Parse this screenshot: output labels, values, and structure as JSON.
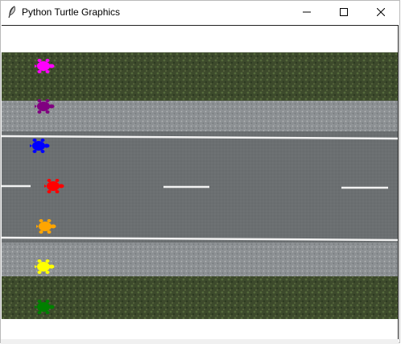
{
  "window": {
    "title": "Python Turtle Graphics",
    "app_icon": "feather-icon",
    "controls": [
      {
        "name": "minimize-button",
        "icon": "minimize-icon"
      },
      {
        "name": "maximize-button",
        "icon": "maximize-icon"
      },
      {
        "name": "close-button",
        "icon": "close-icon"
      }
    ]
  },
  "canvas": {
    "background": "road-aerial-view",
    "colors": {
      "grass": "#3f4f2e",
      "gravel": "#8a8f92",
      "asphalt": "#6a6e70",
      "lane_marking": "#f2f2f2"
    },
    "turtles": [
      {
        "name": "turtle-magenta",
        "color": "#ff00ff"
      },
      {
        "name": "turtle-purple",
        "color": "#800080"
      },
      {
        "name": "turtle-blue",
        "color": "#0000ff"
      },
      {
        "name": "turtle-red",
        "color": "#ff0000"
      },
      {
        "name": "turtle-orange",
        "color": "#ffa500"
      },
      {
        "name": "turtle-yellow",
        "color": "#ffff00"
      },
      {
        "name": "turtle-green",
        "color": "#008000"
      }
    ]
  }
}
